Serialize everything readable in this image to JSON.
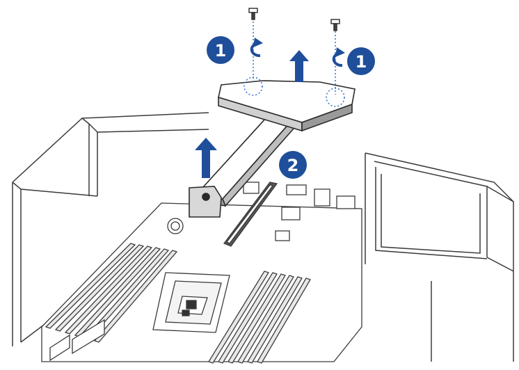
{
  "figure": {
    "steps": [
      {
        "number": "1",
        "color": "#1f4e9a"
      },
      {
        "number": "1",
        "color": "#1f4e9a"
      },
      {
        "number": "2",
        "color": "#1f4e9a"
      }
    ],
    "line_color": "#3a3a3a",
    "arrow_color": "#1f4e9a",
    "dotted_color": "#2f6fd0"
  }
}
